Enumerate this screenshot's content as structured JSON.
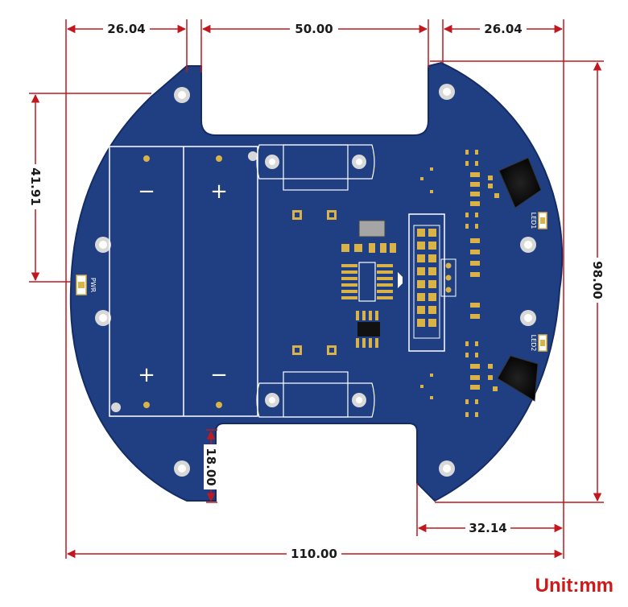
{
  "dimensions": {
    "top_left_width": "26.04",
    "top_slot_width": "50.00",
    "top_right_width": "26.04",
    "left_height": "41.91",
    "right_height": "98.00",
    "bottom_slot_depth": "18.00",
    "bottom_right_width": "32.14",
    "total_width": "110.00"
  },
  "silkscreen": {
    "minus": "−",
    "plus": "+",
    "pwr": "PWR",
    "led1": "LED1",
    "led2": "LED2"
  },
  "unit_label": "Unit:mm",
  "colors": {
    "board": "#1f3f82",
    "board_edge": "#142c63",
    "dimension_line": "#c0181e",
    "pad_gold": "#d9b24a",
    "unit_text": "#d01a1a"
  }
}
